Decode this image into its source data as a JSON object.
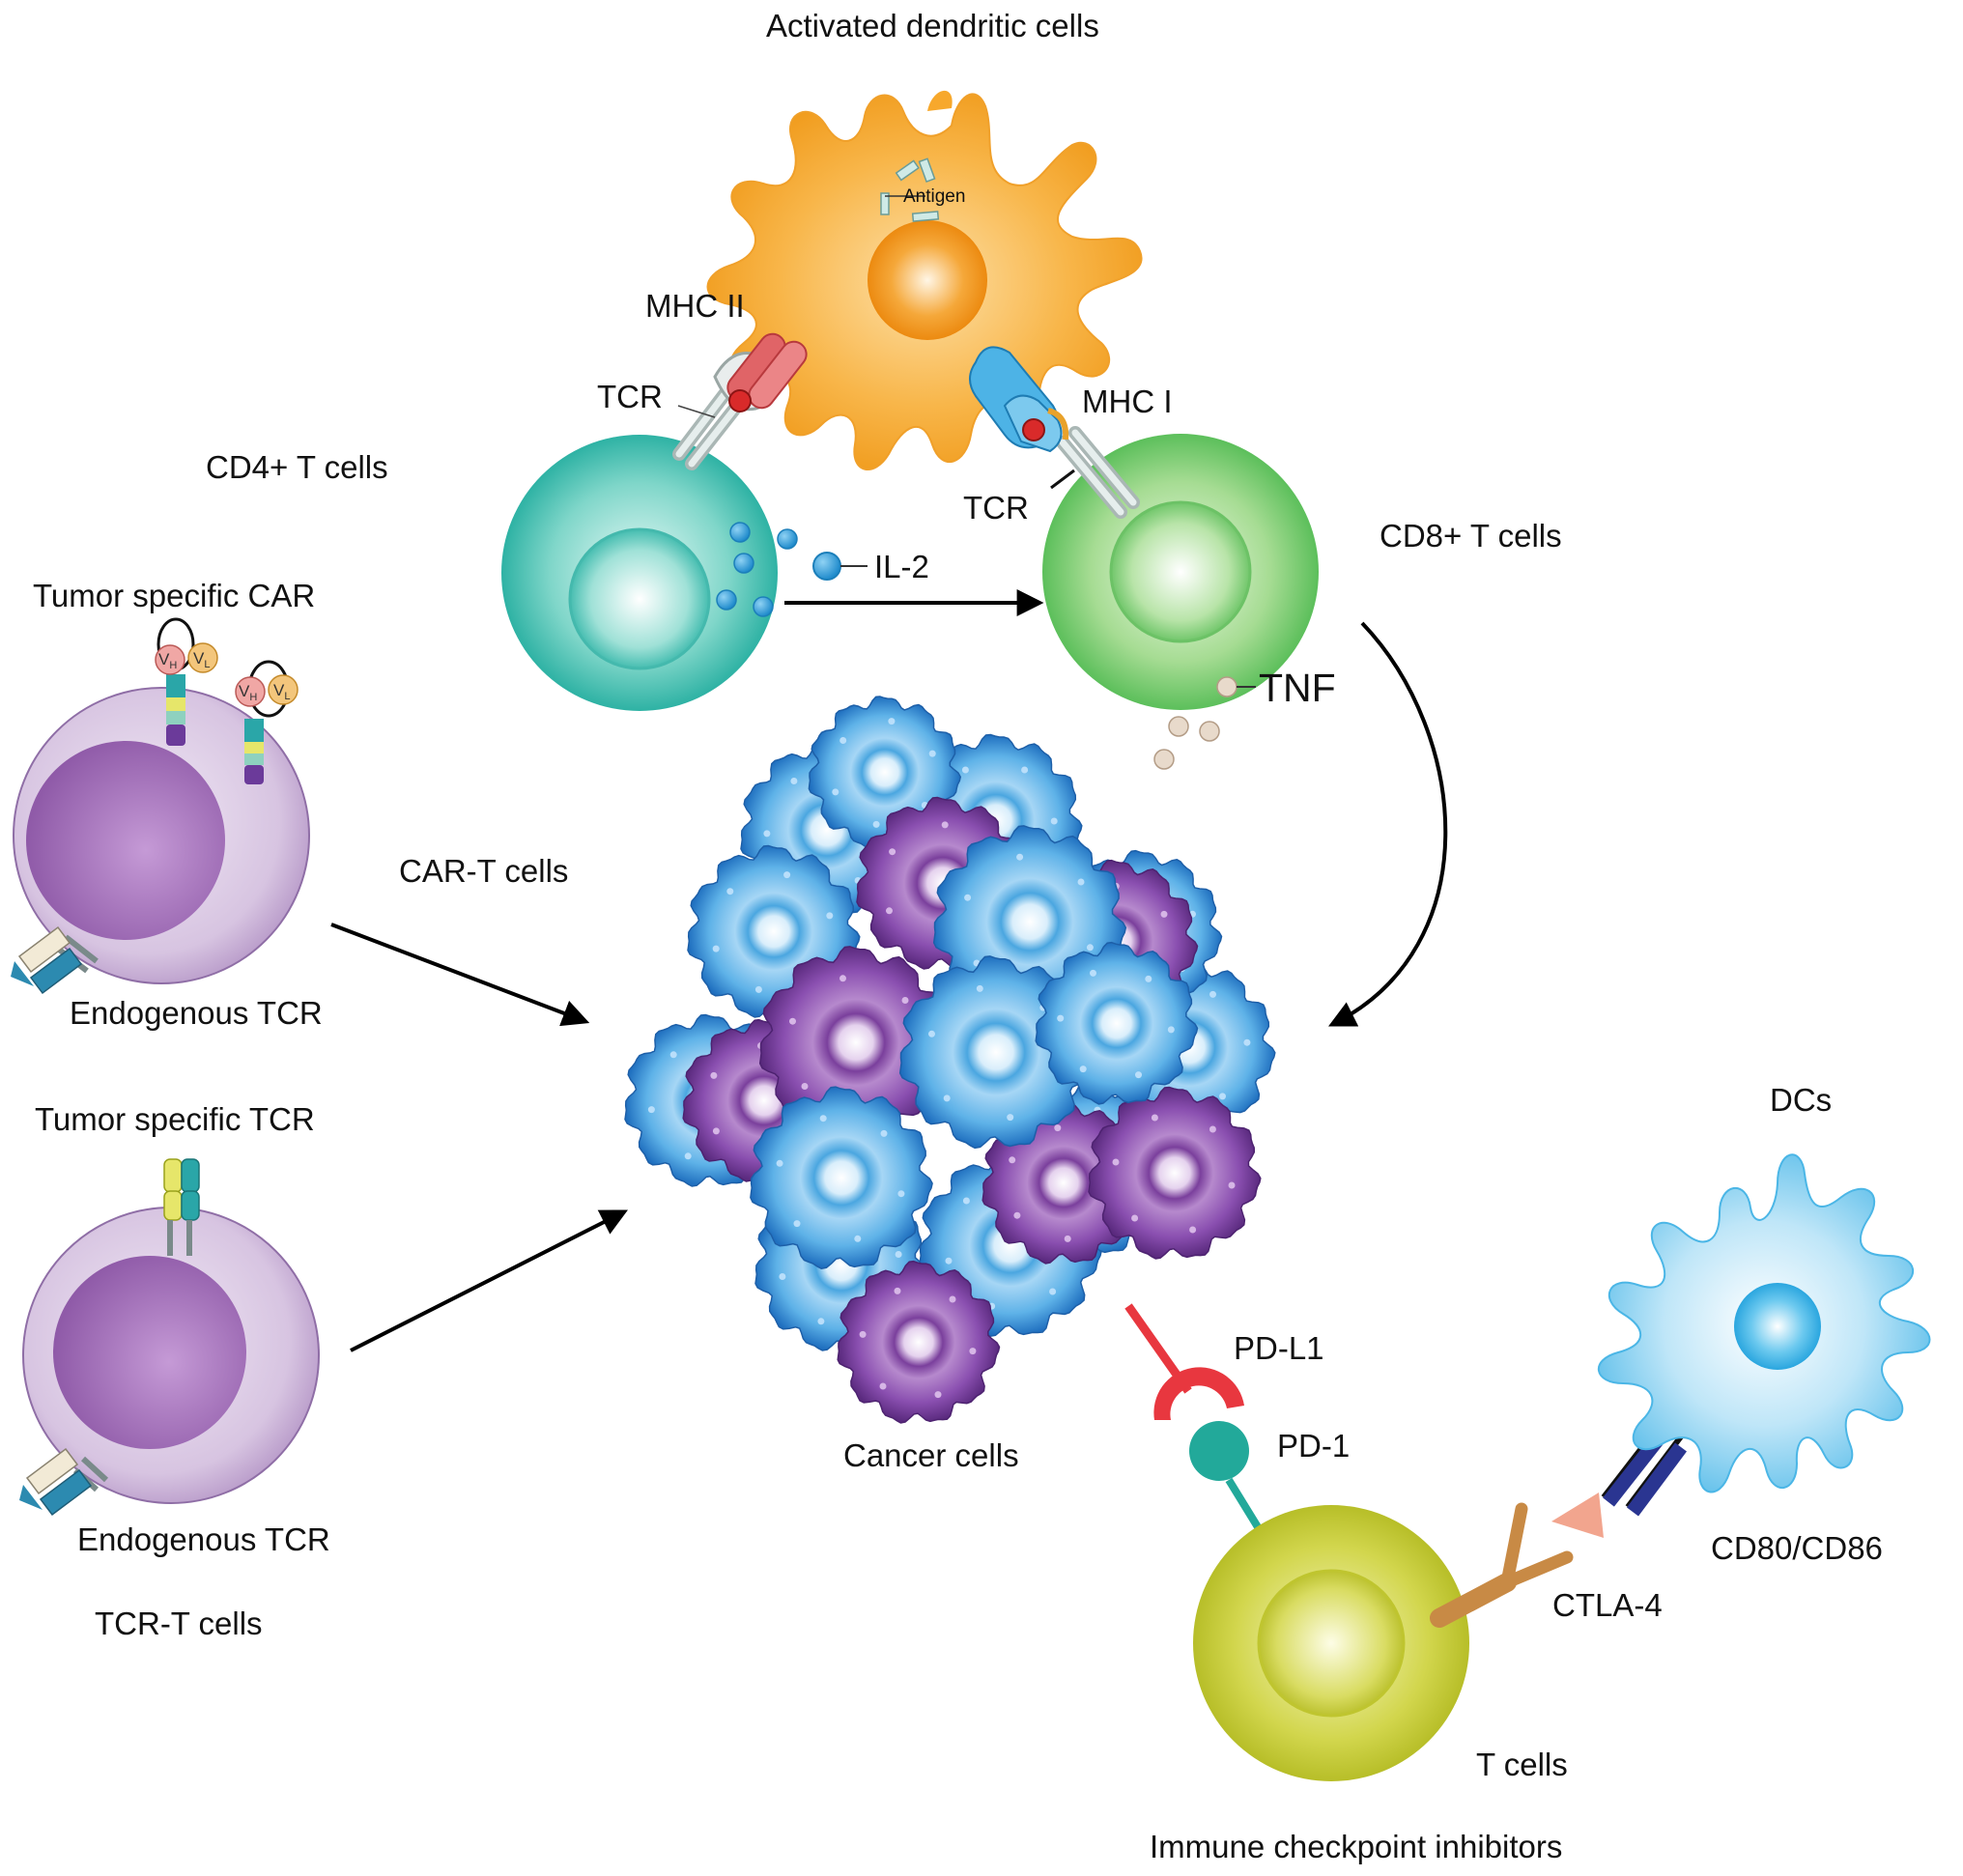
{
  "labels": {
    "activated_dendritic_cells": "Activated dendritic cells",
    "antigen": "Antigen",
    "mhc_ii": "MHC II",
    "mhc_i": "MHC I",
    "tcr_left": "TCR",
    "tcr_right": "TCR",
    "cd4_t_cells": "CD4+ T cells",
    "cd8_t_cells": "CD8+ T cells",
    "il2": "IL-2",
    "tnf": "TNF",
    "tumor_specific_car": "Tumor specific CAR",
    "vh": "V",
    "vh_sub": "H",
    "vl": "V",
    "vl_sub": "L",
    "car_t_cells": "CAR-T cells",
    "endogenous_tcr_1": "Endogenous TCR",
    "tumor_specific_tcr": "Tumor specific TCR",
    "endogenous_tcr_2": "Endogenous TCR",
    "tcr_t_cells": "TCR-T cells",
    "cancer_cells": "Cancer cells",
    "pd_l1": "PD-L1",
    "pd_1": "PD-1",
    "dcs": "DCs",
    "cd80_cd86": "CD80/CD86",
    "ctla_4": "CTLA-4",
    "t_cells": "T cells",
    "immune_checkpoint_inhibitors": "Immune checkpoint inhibitors"
  },
  "colors": {
    "dendritic_orange": "#f5a623",
    "cd4_teal": "#3dbcb0",
    "cd8_green": "#7ecb6a",
    "car_lilac": "#c9b0d6",
    "cancer_blue": "#3a8fd0",
    "cancer_purple": "#7b3f9e",
    "t_cell_yellow": "#c4cc3a",
    "dc_light_blue": "#6cc4ec",
    "pd_l1_red": "#e8373f",
    "pd_1_teal": "#22a99a",
    "ctla4_brown": "#c88a45",
    "cd80_navy": "#2a3591",
    "il2_blue": "#2e9ad6",
    "tnf_beige": "#e3d3c2",
    "mhc_ii_red": "#e06467",
    "mhc_i_blue": "#4db3e6"
  }
}
